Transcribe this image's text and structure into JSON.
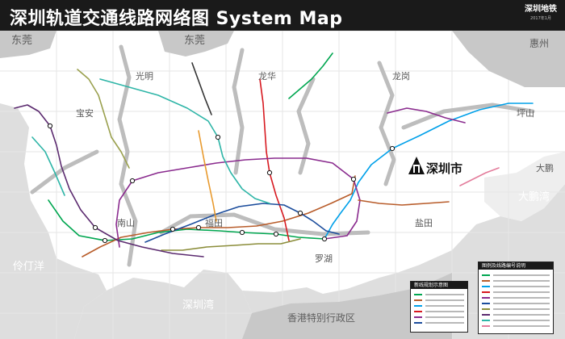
{
  "header": {
    "title": "深圳轨道交通线路网络图 System Map",
    "logo_text": "深圳地铁",
    "logo_subtext": "2017年1月"
  },
  "regions": {
    "dongguan_left": "东莞",
    "dongguan_center": "东莞",
    "huizhou": "惠州",
    "guangming": "光明",
    "longhua": "龙华",
    "longgang": "龙岗",
    "baoan": "宝安",
    "pingshan": "坪山",
    "dapeng": "大鹏",
    "nanshan": "南山",
    "futian": "福田",
    "luohu": "罗湖",
    "yantian": "盐田",
    "lingdingyang": "伶仃洋",
    "shenzhenwan": "深圳湾",
    "dapengwan": "大鹏湾",
    "hongkong": "香港特别行政区",
    "shenzhen_city": "深圳市"
  },
  "legends": {
    "main": {
      "title": "新线规划示意图"
    },
    "side": {
      "title": "图例及线路编号说明"
    }
  },
  "colors": {
    "line1": "#00a650",
    "line2": "#b85c2a",
    "line3": "#00a0e9",
    "line4": "#d71920",
    "line5": "#8a2b8e",
    "line7": "#1c4d9c",
    "line9": "#8b8d3a",
    "line11": "#5b2a6f",
    "line6": "#2eb5a7",
    "line10": "#e37d9c",
    "line12": "#9aa04e",
    "brand": "#1a1a1a"
  }
}
